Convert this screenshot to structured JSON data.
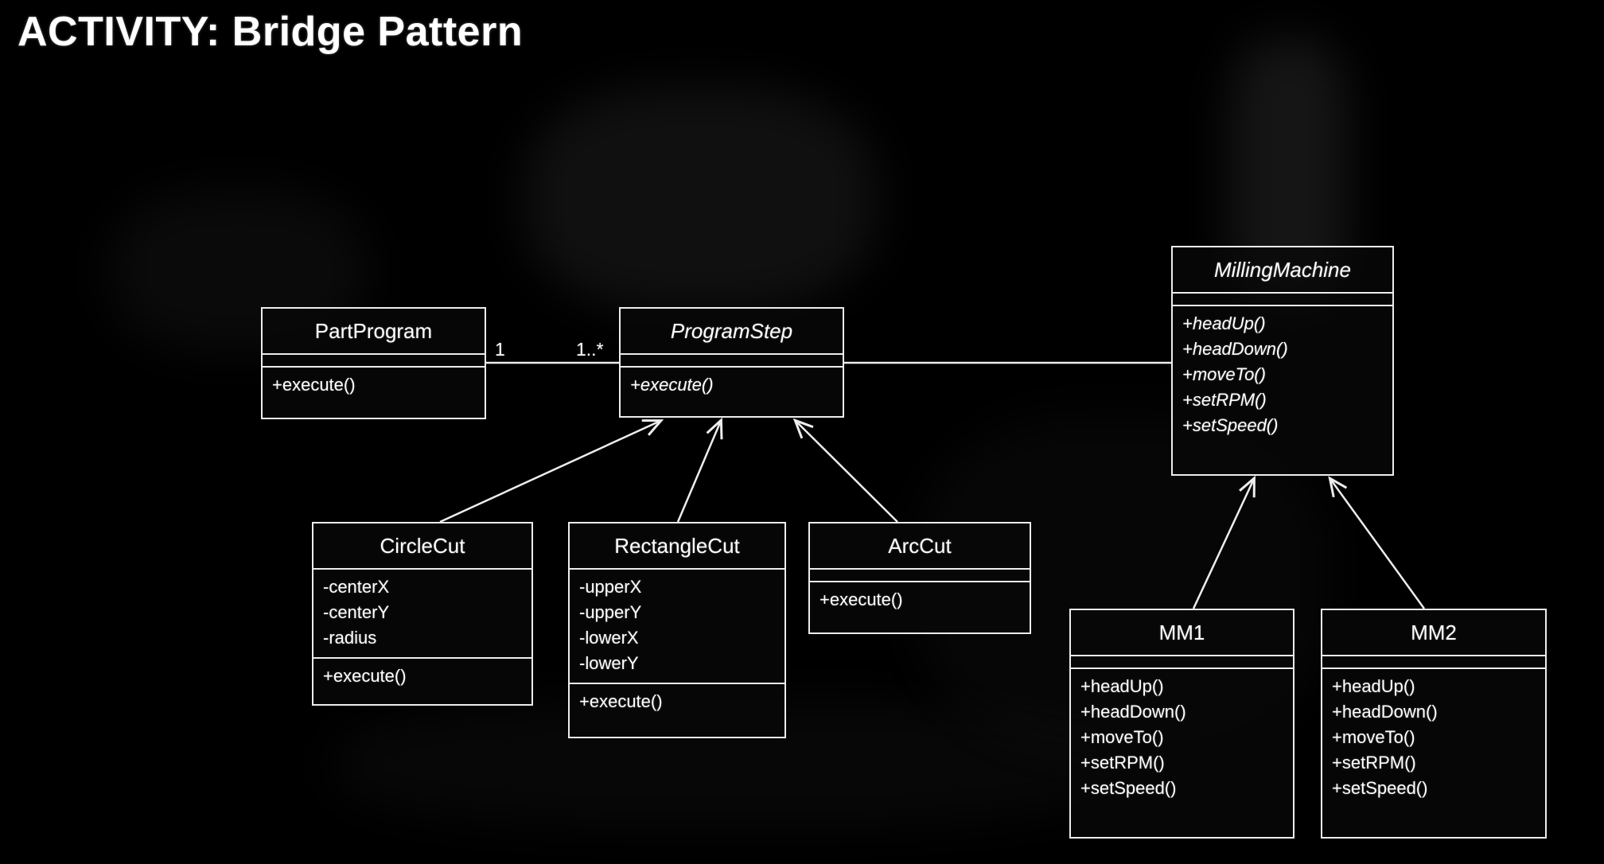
{
  "slide": {
    "title": "ACTIVITY: Bridge Pattern"
  },
  "diagram": {
    "classes": {
      "partProgram": {
        "name": "PartProgram",
        "attributes": [],
        "methods": [
          "+execute()"
        ]
      },
      "programStep": {
        "name": "ProgramStep",
        "attributes": [],
        "methods": [
          "+execute()"
        ]
      },
      "millingMachine": {
        "name": "MillingMachine",
        "attributes": [],
        "methods": [
          "+headUp()",
          "+headDown()",
          "+moveTo()",
          "+setRPM()",
          "+setSpeed()"
        ]
      },
      "circleCut": {
        "name": "CircleCut",
        "attributes": [
          "-centerX",
          "-centerY",
          "-radius"
        ],
        "methods": [
          "+execute()"
        ]
      },
      "rectangleCut": {
        "name": "RectangleCut",
        "attributes": [
          "-upperX",
          "-upperY",
          "-lowerX",
          "-lowerY"
        ],
        "methods": [
          "+execute()"
        ]
      },
      "arcCut": {
        "name": "ArcCut",
        "attributes": [],
        "methods": [
          "+execute()"
        ]
      },
      "mm1": {
        "name": "MM1",
        "attributes": [],
        "methods": [
          "+headUp()",
          "+headDown()",
          "+moveTo()",
          "+setRPM()",
          "+setSpeed()"
        ]
      },
      "mm2": {
        "name": "MM2",
        "attributes": [],
        "methods": [
          "+headUp()",
          "+headDown()",
          "+moveTo()",
          "+setRPM()",
          "+setSpeed()"
        ]
      }
    },
    "association": {
      "multiplicity_source": "1",
      "multiplicity_target": "1..*"
    },
    "colors": {
      "background": "#000000",
      "line": "#ededed",
      "text": "#ffffff"
    }
  }
}
